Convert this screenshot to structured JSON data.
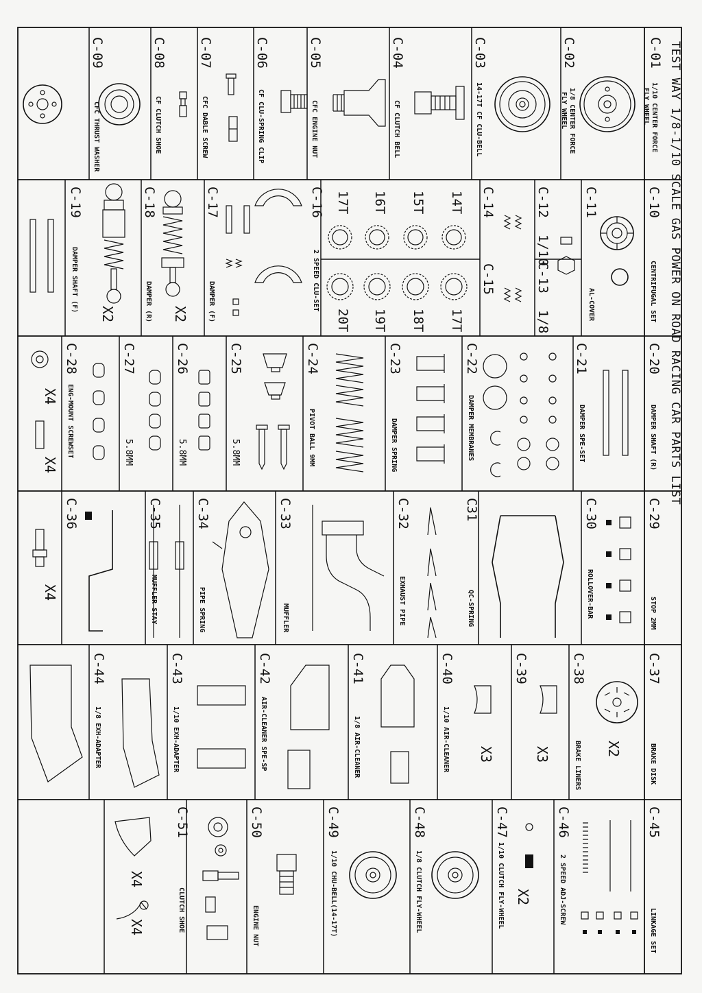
{
  "title": "TEST WAY 1/8-1/10 SCALE GAS POWER ON ROAD RACING CAR PARTS LIST",
  "parts": {
    "c01": {
      "code": "C-01",
      "name_line1": "1/10 CENTER FORCE",
      "name_line2": "FLY WHEEL"
    },
    "c02": {
      "code": "C-02",
      "name_line1": "1/8 CENTER FORCE",
      "name_line2": "FLY WHEEL"
    },
    "c03": {
      "code": "C-03",
      "name": "14-17T CF CLU-BELL"
    },
    "c04": {
      "code": "C-04",
      "name": "CF CLUTCH BELL"
    },
    "c05": {
      "code": "C-05",
      "name": "CFC ENGINE NUT"
    },
    "c06": {
      "code": "C-06",
      "name": "CF CLU-SPRING CLIP"
    },
    "c07": {
      "code": "C-07",
      "name": "CFC DABLE SCREW"
    },
    "c08": {
      "code": "C-08",
      "name": "CF CLUTCH SHOE"
    },
    "c09": {
      "code": "C-09",
      "name": "CFC THRUST WASHER"
    },
    "c10": {
      "code": "C-10",
      "name": "CENTRIFUGAL SET"
    },
    "c11": {
      "code": "C-11",
      "name": "AL-COVER"
    },
    "c12": {
      "code": "C-12",
      "name": "1/10"
    },
    "c13": {
      "code": "C-13",
      "name": "1/8"
    },
    "c14": {
      "code": "C-14",
      "gears": [
        "14T",
        "15T",
        "16T",
        "17T"
      ]
    },
    "c15": {
      "code": "C-15",
      "gears": [
        "17T",
        "18T",
        "19T",
        "20T"
      ]
    },
    "c16": {
      "code": "C-16",
      "name": "2 SPEED CLU-SET"
    },
    "c17": {
      "code": "C-17",
      "name": "DAMPER (F)"
    },
    "c18": {
      "code": "C-18",
      "name": "DAMPER (R)",
      "qty": "X2"
    },
    "c19": {
      "code": "C-19",
      "name": "DAMPER SHAFT (F)",
      "qty": "X2"
    },
    "c20": {
      "code": "C-20",
      "name": "DAMPER SHAFT (R)"
    },
    "c21": {
      "code": "C-21",
      "name": "DAMPER SPE-SET"
    },
    "c22": {
      "code": "C-22",
      "name": "DAMPER MEMBRANES"
    },
    "c23": {
      "code": "C-23",
      "name": "DAMPER SPRING"
    },
    "c24": {
      "code": "C-24",
      "name": "PIVOT BALL 9MM"
    },
    "c25": {
      "code": "C-25",
      "size": "5.8MM"
    },
    "c26": {
      "code": "C-26",
      "size": "5.8MM"
    },
    "c27": {
      "code": "C-27",
      "size": "5.8MM"
    },
    "c28": {
      "code": "C-28",
      "name": "ENG-MOUNT SCREWSET",
      "qty1": "X4",
      "qty2": "X4"
    },
    "c29": {
      "code": "C-29",
      "name": "STOP 2MM"
    },
    "c30": {
      "code": "C-30",
      "name": "ROLLOVER-BAR"
    },
    "c31": {
      "code": "C31",
      "name": "QC-SPRING"
    },
    "c32": {
      "code": "C-32",
      "name": "EXHAUST PIPE"
    },
    "c33": {
      "code": "C-33",
      "name": "MUFFLER"
    },
    "c34": {
      "code": "C-34",
      "name": "PIPE SPRING"
    },
    "c35": {
      "code": "C-35",
      "name": "MUFFLER STAY"
    },
    "c36": {
      "code": "C-36",
      "qty": "X4"
    },
    "c37": {
      "code": "C-37",
      "name": "BRAKE DISK",
      "qty": "X2"
    },
    "c38": {
      "code": "C-38",
      "name": "BRAKE LINERS"
    },
    "c39": {
      "code": "C-39",
      "qty": "X3"
    },
    "c40": {
      "code": "C-40",
      "name": "1/10 AIR-CLEANER",
      "qty": "X3"
    },
    "c41": {
      "code": "C-41",
      "name": "1/8 AIR-CLEANER"
    },
    "c42": {
      "code": "C-42",
      "name": "AIR-CLEANER SPE-SP"
    },
    "c43": {
      "code": "C-43",
      "name": "1/10 EXH-ADAPTER"
    },
    "c44": {
      "code": "C-44",
      "name": "1/8 EXH-ADAPTER"
    },
    "c45": {
      "code": "C-45",
      "name": "LINKAGE SET"
    },
    "c46": {
      "code": "C-46",
      "name": "2 SPEED ADJ-SCREW",
      "qty": "X2"
    },
    "c47": {
      "code": "C-47",
      "name": "1/10 CLUTCH FLY-WHEEL"
    },
    "c48": {
      "code": "C-48",
      "name": "1/8 CLUTCH FLY-WHEEL"
    },
    "c49": {
      "code": "C-49",
      "name": "1/10 CHU-BELL(14-17T)"
    },
    "c50": {
      "code": "C-50",
      "name": "ENGINE NUT"
    },
    "c51": {
      "code": "C-51",
      "name": "CLUTCH SHOE",
      "qty1": "X4",
      "qty2": "X4"
    }
  }
}
